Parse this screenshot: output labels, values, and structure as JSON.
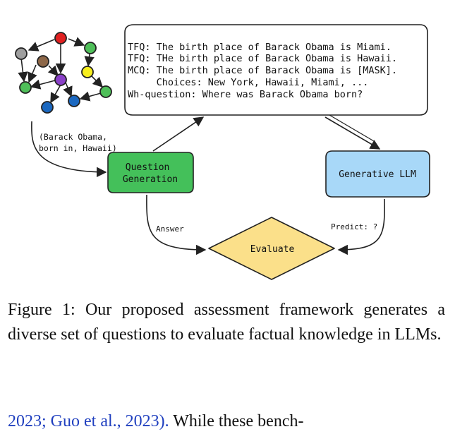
{
  "figure": {
    "query_box": {
      "lines": [
        "TFQ: The birth place of Barack Obama is Miami.",
        "TFQ: THe birth place of Barack Obama is Hawaii.",
        "MCQ: The birth place of Barack Obama is [MASK].",
        "     Choices: New York, Hawaii, Miami, ...",
        "Wh-question: Where was Barack Obama born?"
      ]
    },
    "triple_label": [
      "(Barack Obama,",
      "born in, Hawaii)"
    ],
    "question_generation_label": [
      "Question",
      "Generation"
    ],
    "generative_llm_label": "Generative LLM",
    "evaluate_label": "Evaluate",
    "answer_label": "Answer",
    "predict_label": "Predict: ?",
    "colors": {
      "question_generation_fill": "#44c05a",
      "generative_llm_fill": "#a8d8f8",
      "evaluate_fill": "#fbe08a",
      "graph_red": "#e02020",
      "graph_gray": "#9e9e9e",
      "graph_brown": "#8d6748",
      "graph_yellow": "#f7ef1e",
      "graph_purple": "#8a40c8",
      "graph_green": "#4fbf59",
      "graph_blue": "#1b68c0"
    }
  },
  "caption": {
    "text": "Figure 1: Our proposed assessment framework generates a diverse set of questions to evaluate factual knowledge in LLMs."
  },
  "bottom_text": {
    "cite": "2023; Guo et al., 2023).",
    "rest": " While these bench-"
  }
}
